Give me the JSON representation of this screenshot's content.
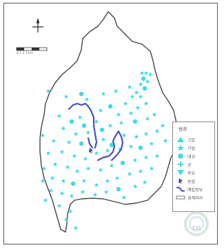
{
  "legend": {
    "title": "범례",
    "items": [
      {
        "label": "고압",
        "icon": "triangle-icon"
      },
      {
        "label": "기업",
        "icon": "star-icon"
      },
      {
        "label": "대규",
        "icon": "circle-icon"
      },
      {
        "label": "공",
        "icon": "cross-icon"
      },
      {
        "label": "주요",
        "icon": "down-triangle-icon"
      },
      {
        "label": "농업",
        "icon": "pin-icon"
      },
      {
        "label": "매립정보",
        "icon": "line-icon"
      },
      {
        "label": "경계처리",
        "icon": "boundary-icon"
      }
    ]
  },
  "scale": {
    "label": "0   1   2   3 km"
  },
  "watermark": {
    "text": "CG"
  },
  "colors": {
    "point": "#3fd9ea",
    "line": "#4450c8",
    "boundary": "#444444"
  }
}
